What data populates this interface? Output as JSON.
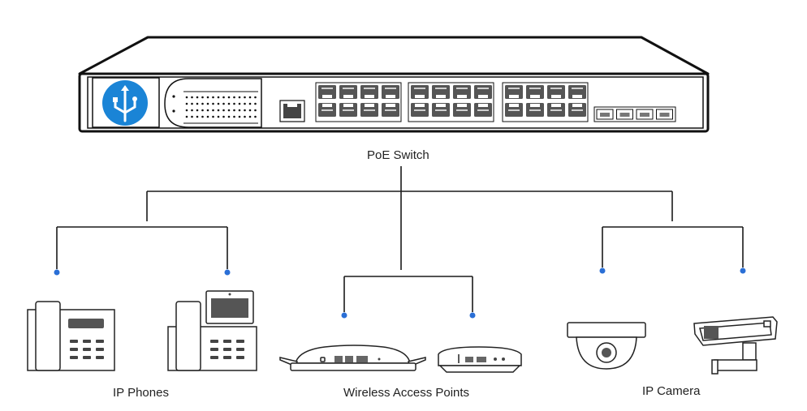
{
  "diagram": {
    "switch_label": "PoE Switch",
    "groups": [
      {
        "label": "IP Phones",
        "devices": [
          "desk-phone-icon",
          "video-phone-icon"
        ]
      },
      {
        "label": "Wireless Access Points",
        "devices": [
          "ceiling-access-point-icon",
          "small-access-point-icon"
        ]
      },
      {
        "label": "IP Camera",
        "devices": [
          "dome-camera-icon",
          "bullet-camera-icon"
        ]
      }
    ],
    "colors": {
      "line": "#1a1a1a",
      "endpoint_dot": "#2a6fd6",
      "logo_blue": "#1a84d6",
      "port_gray": "#555555"
    }
  }
}
